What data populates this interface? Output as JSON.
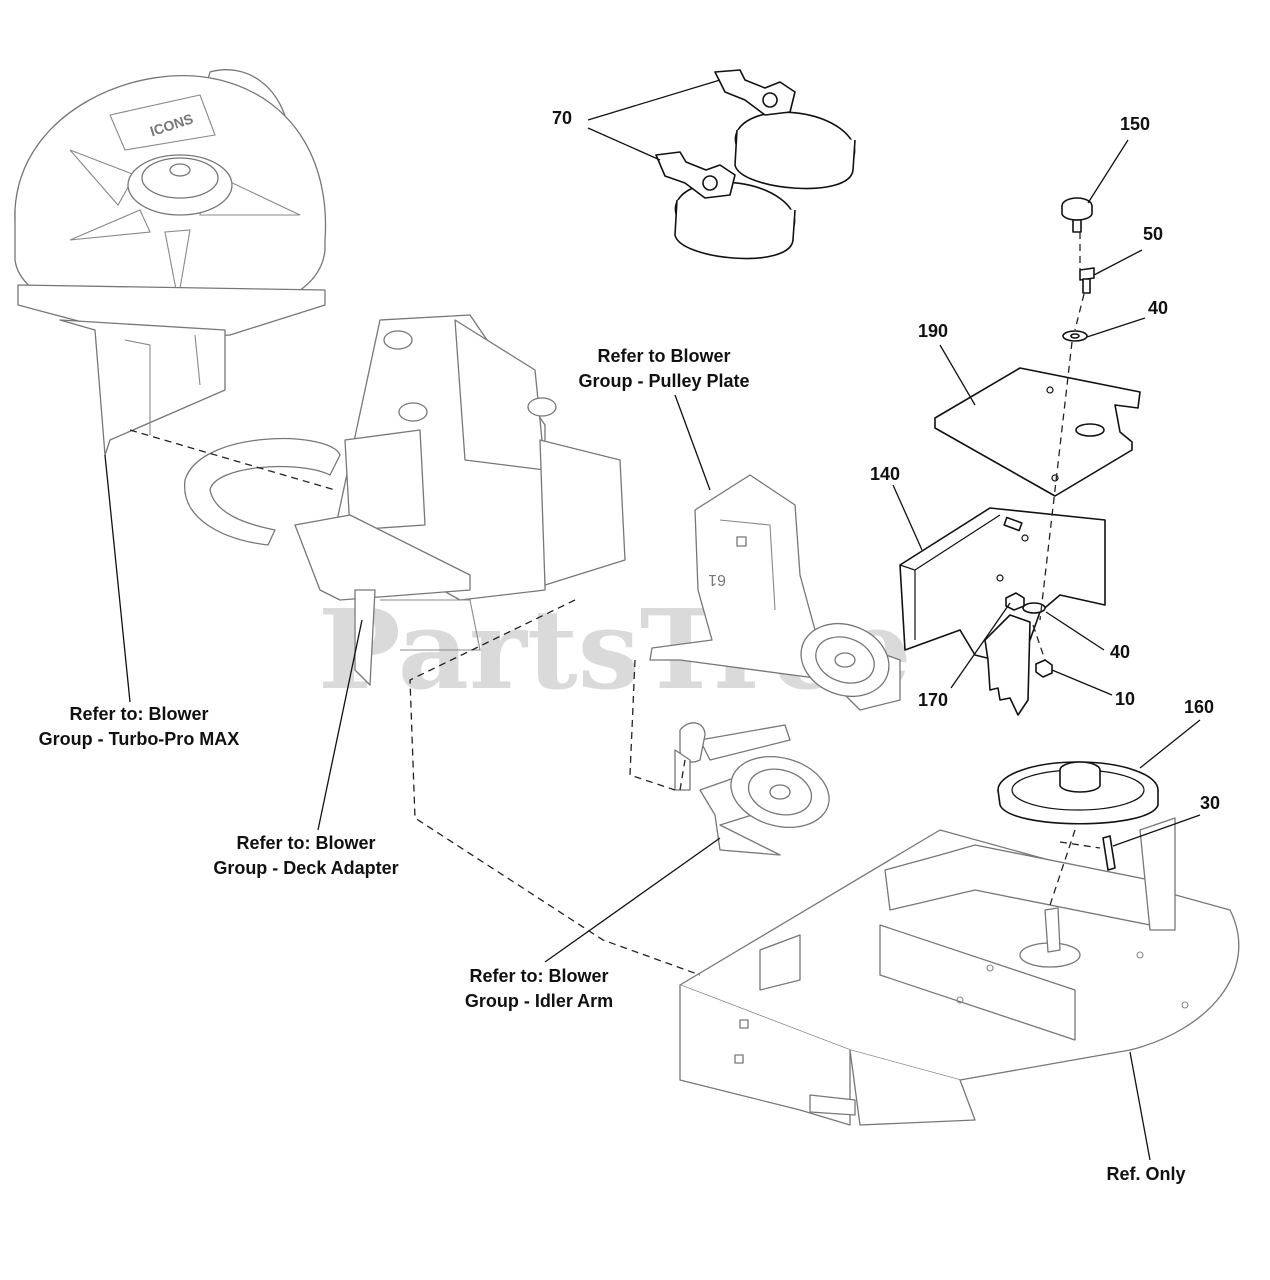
{
  "watermark": {
    "text": "PartsTree",
    "trademark": "™"
  },
  "callouts": [
    {
      "id": "70",
      "label": "70"
    },
    {
      "id": "150",
      "label": "150"
    },
    {
      "id": "50",
      "label": "50"
    },
    {
      "id": "40a",
      "label": "40"
    },
    {
      "id": "190",
      "label": "190"
    },
    {
      "id": "140",
      "label": "140"
    },
    {
      "id": "40b",
      "label": "40"
    },
    {
      "id": "170",
      "label": "170"
    },
    {
      "id": "10",
      "label": "10"
    },
    {
      "id": "160",
      "label": "160"
    },
    {
      "id": "30",
      "label": "30"
    }
  ],
  "references": {
    "pulley_plate": {
      "line1": "Refer to Blower",
      "line2": "Group - Pulley Plate"
    },
    "turbo_pro": {
      "line1": "Refer to: Blower",
      "line2": "Group - Turbo-Pro MAX"
    },
    "deck_adapter": {
      "line1": "Refer to: Blower",
      "line2": "Group - Deck Adapter"
    },
    "idler_arm": {
      "line1": "Refer to: Blower",
      "line2": "Group - Idler Arm"
    },
    "ref_only": {
      "line1": "Ref. Only"
    }
  },
  "blower_housing": {
    "logo": "ICONS"
  },
  "pulley_plate_mark": "61"
}
